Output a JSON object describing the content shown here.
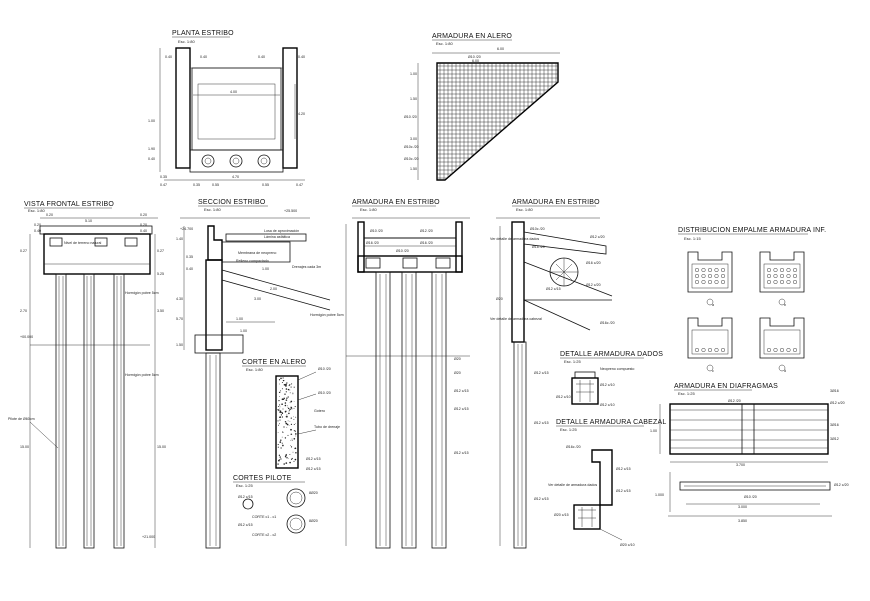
{
  "drawing": {
    "planta": {
      "title": "PLANTA ESTRIBO",
      "scale": "Esc. 1:80",
      "dims": [
        "0.40",
        "0.40",
        "0.40",
        "0.40",
        "4.00",
        "4.20",
        "1.00",
        "1.90",
        "0.40",
        "0.47",
        "0.35",
        "0.55",
        "4.70",
        "0.55",
        "0.47",
        "0.35"
      ]
    },
    "alero": {
      "title": "ARMADURA EN ALERO",
      "scale": "Esc. 1:80",
      "bar": "Ø10 /20",
      "dims": [
        "1.00",
        "1.50",
        "3.00",
        "1.50",
        "6.00",
        "6.00",
        "Ø10 /20",
        "Ø10c /20",
        "Ø10c /20"
      ]
    },
    "frontal": {
      "title": "VISTA FRONTAL ESTRIBO",
      "scale": "Esc. 1:80",
      "dims": [
        "0.20",
        "5.10",
        "0.20",
        "0.20",
        "0.20",
        "0.40",
        "0.40",
        "0.27",
        "0.27",
        "5.25",
        "3.50",
        "2.70",
        "15.00",
        "15.00",
        "+00.000",
        "+21.000"
      ],
      "notes": [
        "Pilote de Ø60cm",
        "Hormigón pobre 5cm",
        "Nivel de terreno natural",
        "Hormigón pobre 5cm"
      ]
    },
    "seccion": {
      "title": "SECCION ESTRIBO",
      "scale": "Esc. 1:80",
      "dims": [
        "1.40",
        "0.35",
        "0.40",
        "1.00",
        "1.00",
        "2.00",
        "4.30",
        "5.70",
        "3.00",
        "1.00",
        "1.50",
        "+25.500",
        "+24.700"
      ],
      "notes": [
        "Losa de aproximación",
        "Lámina asfáltica",
        "Membrana de neopreno",
        "Drenajes cada 3m",
        "Hormigón pobre 5cm",
        "Relleno compactado"
      ]
    },
    "corte_alero": {
      "title": "CORTE EN ALERO",
      "scale": "Esc. 1:80",
      "notes": [
        "Ø10 /20",
        "Ø10 /20",
        "Gotero",
        "Tubo de drenaje",
        "Ø12 c/15",
        "Ø12 c/15"
      ]
    },
    "cortes_pilote": {
      "title": "CORTES PILOTE",
      "scale": "Esc. 1:25",
      "labels": [
        "CORTE c1 - c1",
        "CORTE c2 - c2",
        "Ø12 c/15",
        "Ø12 c/15",
        "8Ø20",
        "8Ø20"
      ]
    },
    "armadura1": {
      "title": "ARMADURA EN ESTRIBO",
      "scale": "Esc. 1:80",
      "marks": [
        "Ø10 /20",
        "Ø12 /20",
        "Ø16 /20",
        "Ø16 /20",
        "Ø10 /20",
        "Ø20",
        "Ø20",
        "Ø12 c/15",
        "Ø12 c/15",
        "Ø12 c/15"
      ]
    },
    "armadura2": {
      "title": "ARMADURA EN ESTRIBO",
      "scale": "Esc. 1:80",
      "marks": [
        "Ø10c /20",
        "Ø12 c/20",
        "Ø16 /20",
        "Ø16 c/20",
        "Ø12 c/15",
        "Ø20",
        "Ø12 c/20",
        "Ø12 c/15",
        "Ø12 c/15",
        "Ø12 c/15",
        "Ø16c /20"
      ],
      "notes": [
        "Ver detalle de armadura dados",
        "Ver detalle de armadura cabezal"
      ]
    },
    "dados": {
      "title": "DETALLE ARMADURA DADOS",
      "scale": "Esc. 1:25",
      "notes": [
        "Neopreno compuesto",
        "Ø12 c/10",
        "Ø12 c/10",
        "Ø12 c/10"
      ]
    },
    "cabezal": {
      "title": "DETALLE ARMADURA CABEZAL",
      "scale": "Esc. 1:25",
      "notes": [
        "Ø16c /20",
        "Ø12 c/15",
        "Ver detalle de armadura dados",
        "Ø12 c/15",
        "Ø20 c/15",
        "Ø20 c/10"
      ]
    },
    "distribucion": {
      "title": "DISTRIBUCION EMPALME ARMADURA INF.",
      "scale": "Esc. 1:15",
      "marks": [
        "a",
        "b",
        "c",
        "d"
      ]
    },
    "diafragmas": {
      "title": "ARMADURA EN DIAFRAGMAS",
      "scale": "Esc. 1:25",
      "dims": [
        "Ø12 /20",
        "1.00",
        "3.700",
        "3.000",
        "1.000",
        "3.850"
      ],
      "marks": [
        "3Ø16",
        "Ø12 c/20",
        "3Ø16",
        "3Ø12",
        "Ø10 /20",
        "Ø12 c/20"
      ]
    }
  }
}
